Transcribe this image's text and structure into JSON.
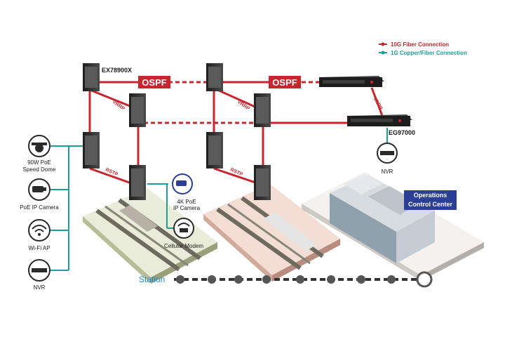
{
  "legend": {
    "fiber10g": {
      "label": "10G Fiber Connection",
      "color": "#c8262e"
    },
    "copper1g": {
      "label": "1G Copper/Fiber Connection",
      "color": "#1f9e95"
    }
  },
  "protocols": {
    "ospf_left": "OSPF",
    "ospf_right": "OSPF",
    "vrrp": "VRRP",
    "rstp": "RSTP"
  },
  "devices": {
    "core_switch": "EX78900X",
    "gateway": "EG97000",
    "nvr_top": "NVR"
  },
  "edge_devices": [
    {
      "label_line1": "90W PoE",
      "label_line2": "Speed Dome",
      "icon": "dome-camera-icon"
    },
    {
      "label_line1": "PoE IP Camera",
      "label_line2": "",
      "icon": "ip-camera-icon"
    },
    {
      "label_line1": "Wi-Fi AP",
      "label_line2": "",
      "icon": "wifi-ap-icon"
    },
    {
      "label_line1": "NVR",
      "label_line2": "",
      "icon": "nvr-icon"
    }
  ],
  "platform_devices": {
    "camera4k_line1": "4K PoE",
    "camera4k_line2": "IP Camera",
    "cellular": "Cellular Modem"
  },
  "control_center": {
    "line1": "Operations",
    "line2": "Control Center"
  },
  "station": {
    "label": "Station"
  },
  "colors": {
    "fiber": "#c8262e",
    "copper": "#1f9e95",
    "device": "#2a2a2a",
    "accent": "#2b3f96"
  }
}
